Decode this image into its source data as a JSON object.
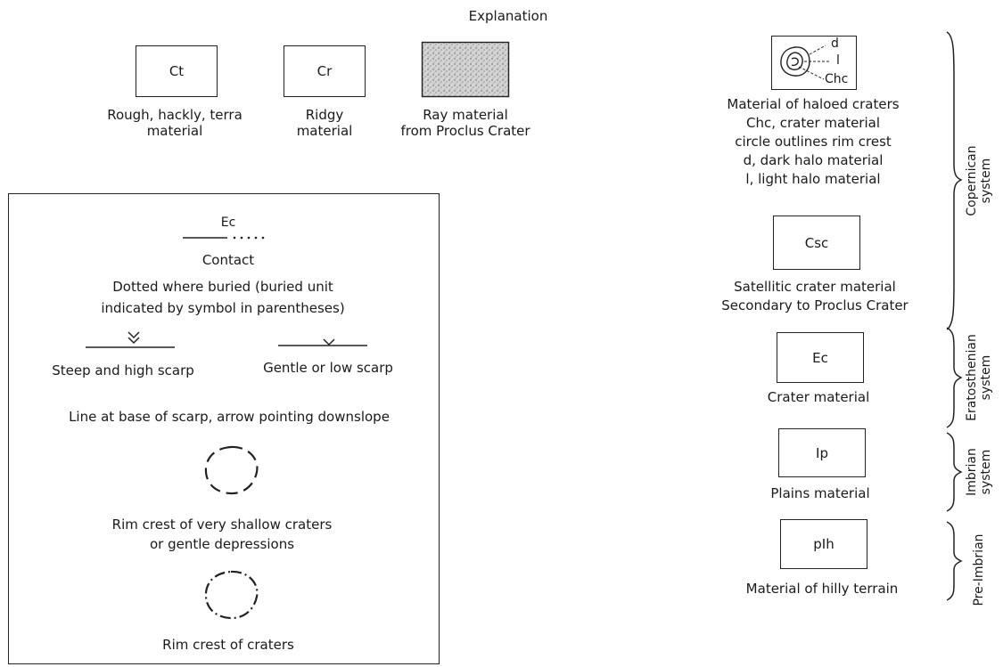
{
  "title": "Explanation",
  "top_units": [
    {
      "symbol": "Ct",
      "caption": [
        "Rough, hackly, terra",
        "material"
      ]
    },
    {
      "symbol": "Cr",
      "caption": [
        "Ridgy",
        "material"
      ]
    },
    {
      "symbol": "",
      "caption": [
        "Ray material",
        "from Proclus Crater"
      ]
    }
  ],
  "symbols": {
    "contact_unit": "Ec",
    "contact_title": "Contact",
    "contact_desc": [
      "Dotted where buried (buried unit",
      "indicated by symbol in parentheses)"
    ],
    "steep_scarp": "Steep and high scarp",
    "gentle_scarp": "Gentle or low scarp",
    "scarp_note": "Line at base of scarp, arrow pointing downslope",
    "shallow_crater": [
      "Rim crest of very shallow craters",
      "or gentle depressions"
    ],
    "crater_rim": "Rim crest of craters"
  },
  "right_units": {
    "haloed": {
      "labels": [
        "d",
        "l",
        "Chc"
      ],
      "desc": [
        "Material of haloed craters",
        "Chc, crater material",
        "circle outlines rim crest",
        "d, dark halo material",
        "l, light halo material"
      ]
    },
    "csc": {
      "symbol": "Csc",
      "desc": [
        "Satellitic crater material",
        "Secondary to Proclus Crater"
      ]
    },
    "ec": {
      "symbol": "Ec",
      "desc": "Crater material"
    },
    "ip": {
      "symbol": "Ip",
      "desc": "Plains material"
    },
    "pih": {
      "symbol": "pIh",
      "desc": "Material of hilly terrain"
    }
  },
  "systems": {
    "copernican": [
      "Copernican",
      "system"
    ],
    "eratosthenian": [
      "Eratosthenian",
      "system"
    ],
    "imbrian": [
      "Imbrian",
      "system"
    ],
    "preimbrian": "Pre-Imbrian"
  }
}
